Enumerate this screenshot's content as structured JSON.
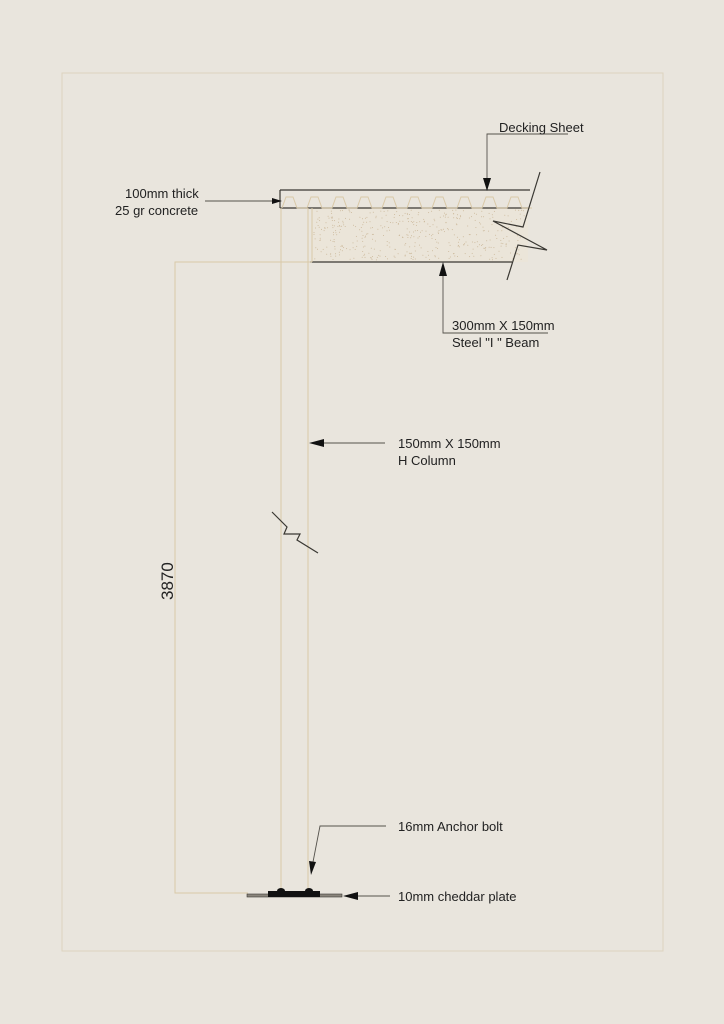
{
  "drawing": {
    "labels": {
      "decking": "Decking Sheet",
      "concrete_line1": "100mm thick",
      "concrete_line2": "25 gr concrete",
      "beam_line1": "300mm X 150mm",
      "beam_line2": "Steel \"I \" Beam",
      "column_line1": "150mm X 150mm",
      "column_line2": "H Column",
      "anchor": "16mm Anchor bolt",
      "plate": "10mm cheddar plate"
    },
    "dimension": "3870",
    "colors": {
      "background": "#e9e5dd",
      "ink": "#3a3833",
      "construction": "#d9c9a8"
    }
  }
}
